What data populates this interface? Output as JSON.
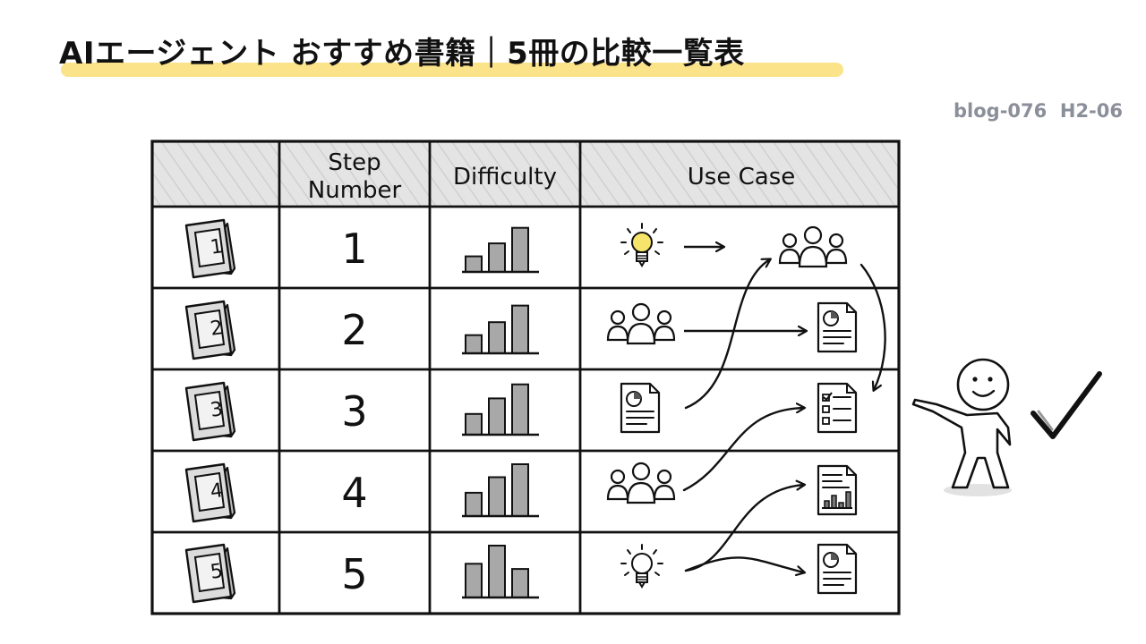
{
  "title": "AIエージェント おすすめ書籍｜5冊の比較一覧表",
  "tag": "blog-076  H2-06",
  "colors": {
    "highlight": "#fbe38a",
    "header_fill": "#e4e4e4",
    "bulb_lit": "#f7e56b",
    "tag": "#8a8f99"
  },
  "table": {
    "headers": {
      "book": "",
      "step_line1": "Step",
      "step_line2": "Number",
      "difficulty": "Difficulty",
      "use_case": "Use Case"
    },
    "rows": [
      {
        "book_label": "1",
        "step": "1",
        "difficulty_bars": [
          0.3,
          0.55,
          0.85
        ],
        "use_case": {
          "from": "lightbulb-lit-icon",
          "to": "people-group-icon"
        }
      },
      {
        "book_label": "2",
        "step": "2",
        "difficulty_bars": [
          0.35,
          0.6,
          0.92
        ],
        "use_case": {
          "from": "people-group-icon",
          "to": "report-pie-icon"
        }
      },
      {
        "book_label": "3",
        "step": "3",
        "difficulty_bars": [
          0.4,
          0.7,
          0.97
        ],
        "use_case": {
          "from": "report-pie-icon",
          "to": "checklist-icon"
        }
      },
      {
        "book_label": "4",
        "step": "4",
        "difficulty_bars": [
          0.45,
          0.75,
          1.0
        ],
        "use_case": {
          "from": "people-group-icon",
          "to": "report-barchart-icon"
        }
      },
      {
        "book_label": "5",
        "step": "5",
        "difficulty_bars": [
          0.65,
          1.0,
          0.55
        ],
        "use_case": {
          "from": "lightbulb-icon",
          "to": "report-pie-icon"
        }
      }
    ]
  },
  "presenter": {
    "figure": "stick-figure-pointing-icon",
    "mark": "checkmark-icon"
  }
}
